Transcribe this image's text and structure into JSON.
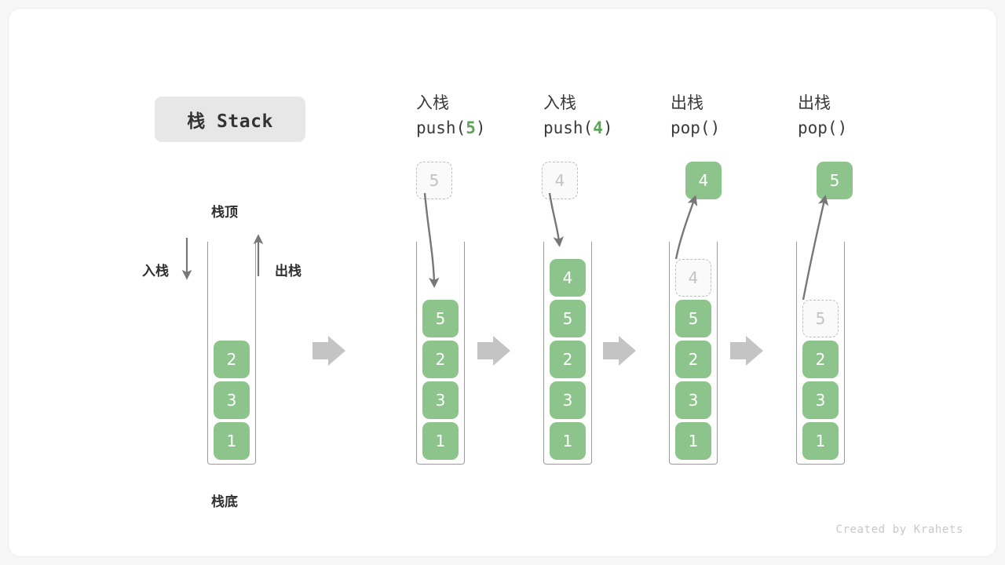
{
  "title_badge": "栈 Stack",
  "footer": "Created by Krahets",
  "colors": {
    "element_green": "#8cc48b",
    "ghost_border": "#bdbdbd",
    "ghost_text": "#c2c2c2",
    "arrow_gray": "#777777",
    "flow_arrow_gray": "#c4c4c4",
    "badge_bg": "#e7e7e7",
    "text_dark": "#3a3a3a"
  },
  "legend": {
    "top_label": "栈顶",
    "bottom_label": "栈底",
    "push_label": "入栈",
    "pop_label": "出栈"
  },
  "stages": [
    {
      "id": "initial",
      "header_cn": "",
      "header_code_prefix": "",
      "header_code_arg": "",
      "header_code_suffix": "",
      "pending": null,
      "popped": null,
      "cells": [
        {
          "value": "2",
          "state": "solid"
        },
        {
          "value": "3",
          "state": "solid"
        },
        {
          "value": "1",
          "state": "solid"
        }
      ]
    },
    {
      "id": "push-5",
      "header_cn": "入栈",
      "header_code_prefix": "push(",
      "header_code_arg": "5",
      "header_code_suffix": ")",
      "pending": {
        "value": "5",
        "state": "ghost"
      },
      "popped": null,
      "cells": [
        {
          "value": "5",
          "state": "solid"
        },
        {
          "value": "2",
          "state": "solid"
        },
        {
          "value": "3",
          "state": "solid"
        },
        {
          "value": "1",
          "state": "solid"
        }
      ]
    },
    {
      "id": "push-4",
      "header_cn": "入栈",
      "header_code_prefix": "push(",
      "header_code_arg": "4",
      "header_code_suffix": ")",
      "pending": {
        "value": "4",
        "state": "ghost"
      },
      "popped": null,
      "cells": [
        {
          "value": "4",
          "state": "solid"
        },
        {
          "value": "5",
          "state": "solid"
        },
        {
          "value": "2",
          "state": "solid"
        },
        {
          "value": "3",
          "state": "solid"
        },
        {
          "value": "1",
          "state": "solid"
        }
      ]
    },
    {
      "id": "pop-4",
      "header_cn": "出栈",
      "header_code_prefix": "pop(",
      "header_code_arg": "",
      "header_code_suffix": ")",
      "pending": null,
      "popped": {
        "value": "4",
        "state": "solid"
      },
      "cells": [
        {
          "value": "4",
          "state": "ghost"
        },
        {
          "value": "5",
          "state": "solid"
        },
        {
          "value": "2",
          "state": "solid"
        },
        {
          "value": "3",
          "state": "solid"
        },
        {
          "value": "1",
          "state": "solid"
        }
      ]
    },
    {
      "id": "pop-5",
      "header_cn": "出栈",
      "header_code_prefix": "pop(",
      "header_code_arg": "",
      "header_code_suffix": ")",
      "pending": null,
      "popped": {
        "value": "5",
        "state": "solid"
      },
      "cells": [
        {
          "value": "5",
          "state": "ghost"
        },
        {
          "value": "2",
          "state": "solid"
        },
        {
          "value": "3",
          "state": "solid"
        },
        {
          "value": "1",
          "state": "solid"
        }
      ]
    }
  ]
}
